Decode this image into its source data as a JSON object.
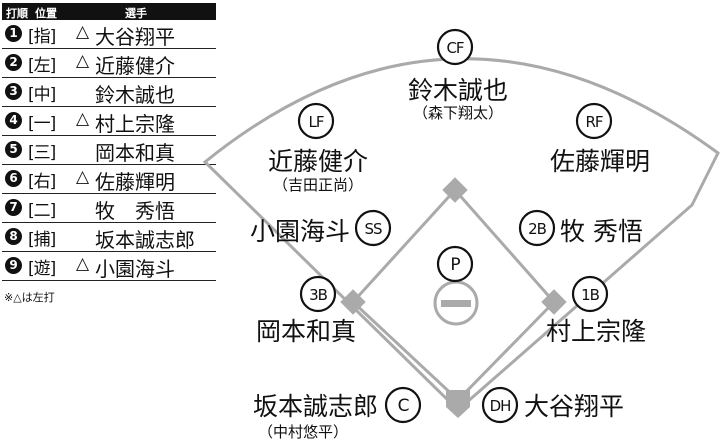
{
  "lineup": {
    "header": {
      "order": "打順",
      "position": "位置",
      "player": "選手"
    },
    "rows": [
      {
        "num": "1",
        "pos": "[指]",
        "mark": "△",
        "name": "大谷翔平"
      },
      {
        "num": "2",
        "pos": "[左]",
        "mark": "△",
        "name": "近藤健介"
      },
      {
        "num": "3",
        "pos": "[中]",
        "mark": "",
        "name": "鈴木誠也"
      },
      {
        "num": "4",
        "pos": "[一]",
        "mark": "△",
        "name": "村上宗隆"
      },
      {
        "num": "5",
        "pos": "[三]",
        "mark": "",
        "name": "岡本和真"
      },
      {
        "num": "6",
        "pos": "[右]",
        "mark": "△",
        "name": "佐藤輝明"
      },
      {
        "num": "7",
        "pos": "[二]",
        "mark": "",
        "name": "牧　秀悟"
      },
      {
        "num": "8",
        "pos": "[捕]",
        "mark": "",
        "name": "坂本誠志郎"
      },
      {
        "num": "9",
        "pos": "[遊]",
        "mark": "△",
        "name": "小園海斗"
      }
    ],
    "note": "※△は左打"
  },
  "field": {
    "positions": {
      "cf": {
        "code": "CF",
        "name": "鈴木誠也",
        "sub": "（森下翔太）"
      },
      "lf": {
        "code": "LF",
        "name": "近藤健介",
        "sub": "（吉田正尚）"
      },
      "rf": {
        "code": "RF",
        "name": "佐藤輝明"
      },
      "ss": {
        "code": "SS",
        "name": "小園海斗"
      },
      "2b": {
        "code": "2B",
        "name": "牧 秀悟"
      },
      "3b": {
        "code": "3B",
        "name": "岡本和真"
      },
      "1b": {
        "code": "1B",
        "name": "村上宗隆"
      },
      "p": {
        "code": "P"
      },
      "c": {
        "code": "C",
        "name": "坂本誠志郎",
        "sub": "（中村悠平）"
      },
      "dh": {
        "code": "DH",
        "name": "大谷翔平"
      }
    }
  }
}
